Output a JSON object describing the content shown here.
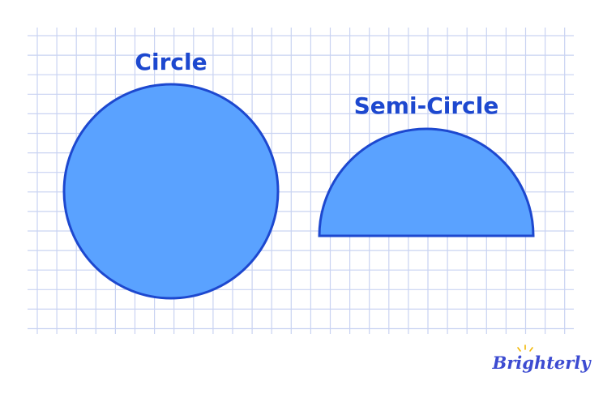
{
  "shapes": {
    "circle_label": "Circle",
    "semicircle_label": "Semi-Circle"
  },
  "brand": {
    "name": "Brighterly"
  },
  "colors": {
    "shape_fill": "#5aa2ff",
    "shape_stroke": "#1d48cf",
    "grid": "#c9d3f2",
    "brand": "#3c4bd1",
    "brand_spark": "#f2b705"
  }
}
